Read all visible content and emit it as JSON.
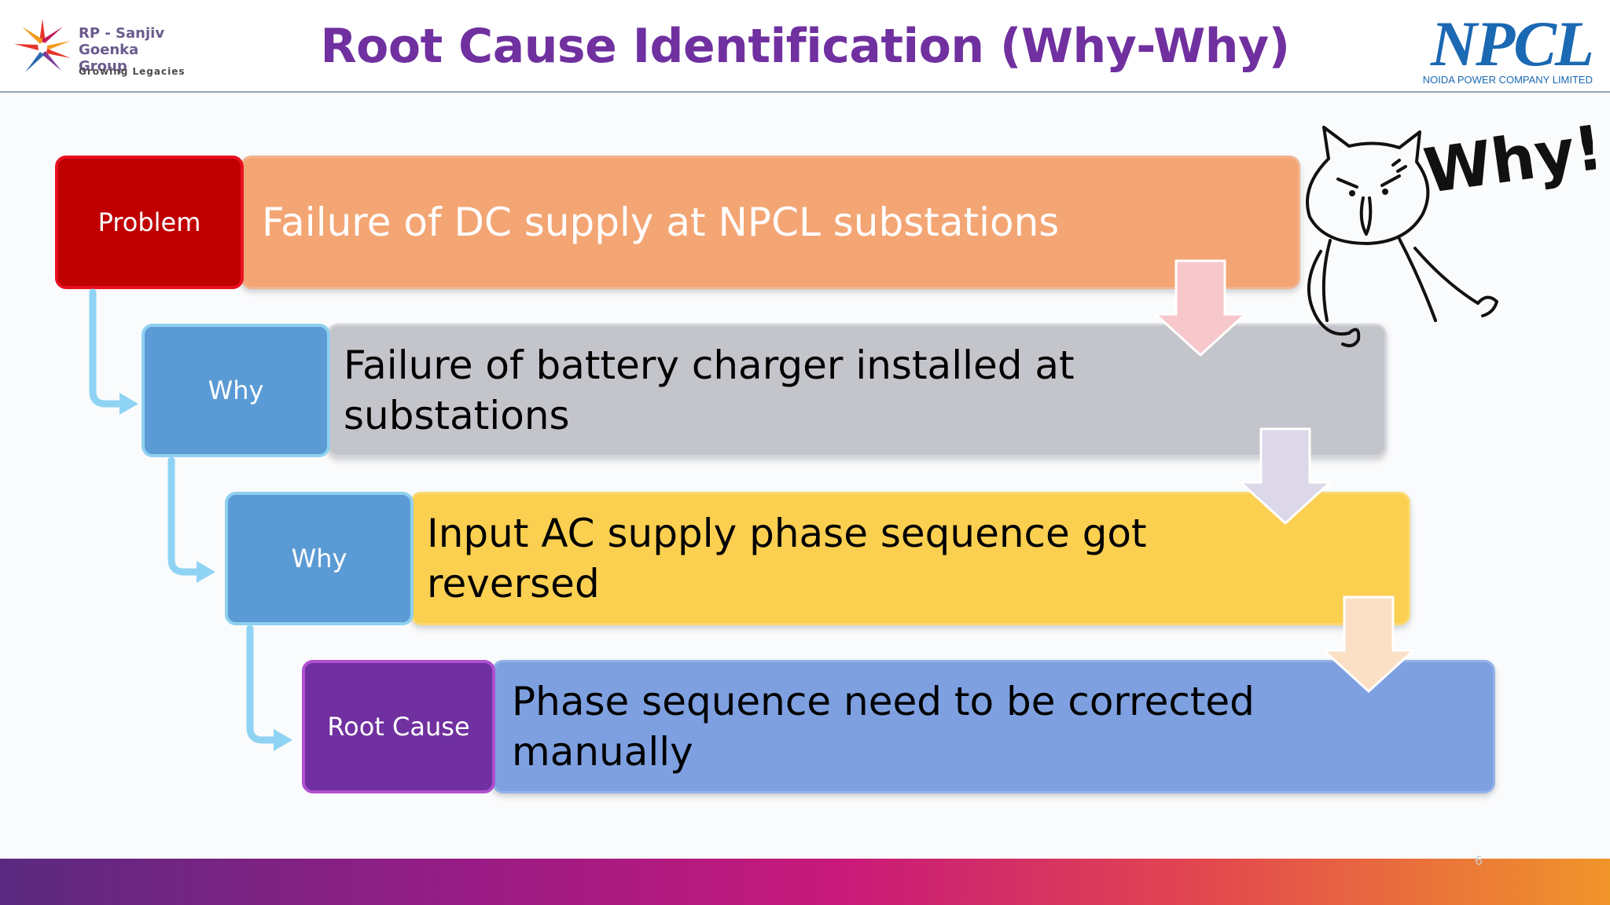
{
  "header": {
    "title": "Root Cause Identification (Why-Why)",
    "left_logo": {
      "name_line1": "RP - Sanjiv Goenka",
      "name_line2": "Group",
      "tagline": "Growing Legacies"
    },
    "right_logo": {
      "wordmark": "NPCL",
      "subtitle": "NOIDA POWER COMPANY LIMITED"
    }
  },
  "sticker": {
    "text": "Why!?"
  },
  "rows": [
    {
      "label": "Problem",
      "text": "Failure of  DC supply at NPCL substations"
    },
    {
      "label": "Why",
      "text": "Failure of battery charger installed at substations"
    },
    {
      "label": "Why",
      "text": "Input AC supply phase sequence got reversed"
    },
    {
      "label": "Root Cause",
      "text": "Phase sequence need to be corrected manually"
    }
  ],
  "footer": {
    "slide_number": "6"
  },
  "colors": {
    "title": "#7030a0",
    "problem": "#c00000",
    "why": "#5b9bd5",
    "root_cause": "#7030a0",
    "bar_problem": "#f4a574",
    "bar_why1": "#c4c5ca",
    "bar_why2": "#fbcf50",
    "bar_root": "#7ea0e0",
    "npcl_blue": "#1b68b3"
  }
}
